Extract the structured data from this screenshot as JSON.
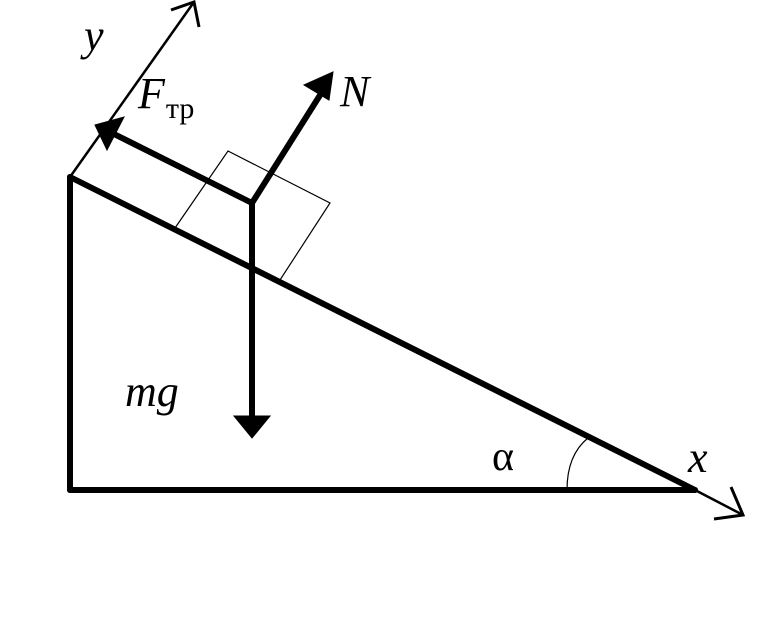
{
  "labels": {
    "y_axis": "y",
    "x_axis": "x",
    "friction": "F",
    "friction_subscript": "тр",
    "normal": "N",
    "gravity": "mg",
    "angle": "α"
  },
  "colors": {
    "ink": "#000000",
    "background": "#ffffff"
  }
}
